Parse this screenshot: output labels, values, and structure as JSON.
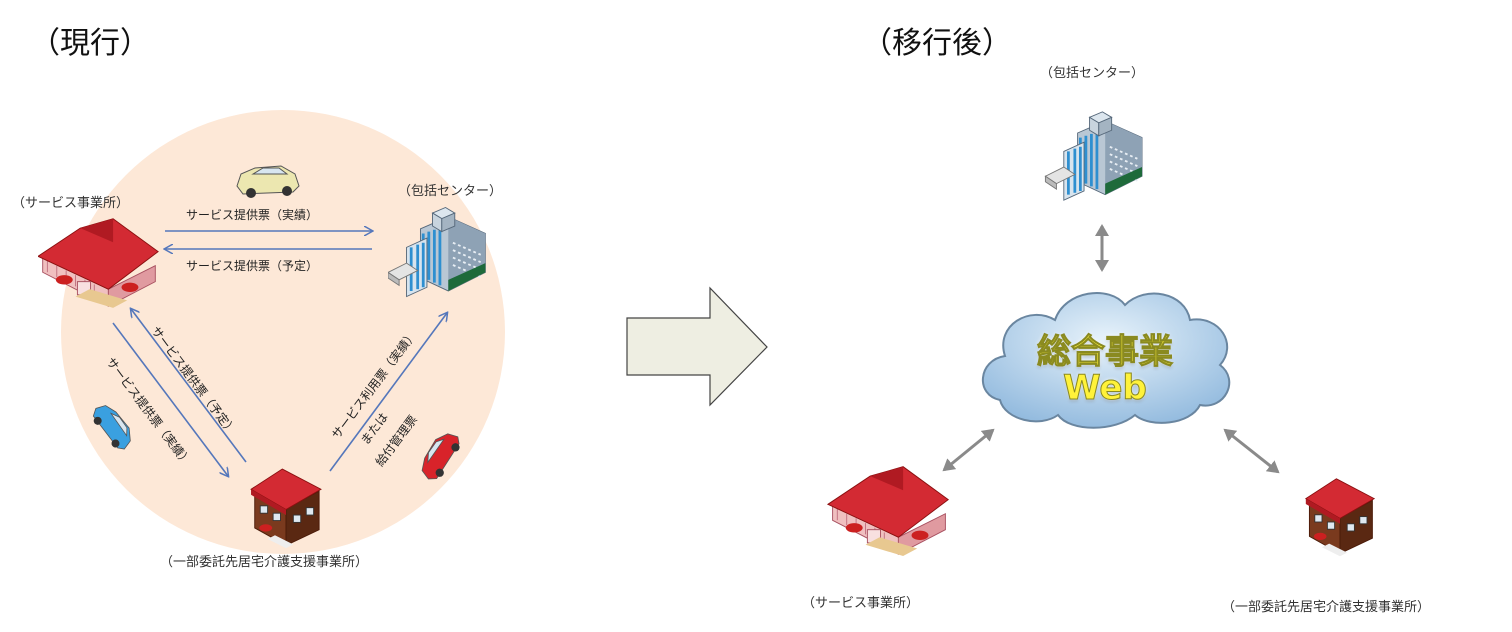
{
  "current": {
    "heading": "（現行）",
    "service_office": "（サービス事業所）",
    "center": "（包括センター）",
    "care_office": "（一部委託先居宅介護支援事業所）",
    "arrow_top_right": "サービス提供票（実績）",
    "arrow_top_left": "サービス提供票（予定）",
    "arrow_left_up": "サービス提供票（予定）",
    "arrow_left_down": "サービス提供票（実績）",
    "arrow_right_line1": "サービス利用票（実績）",
    "arrow_right_line2": "または",
    "arrow_right_line3": "給付管理票"
  },
  "after": {
    "heading": "（移行後）",
    "center": "（包括センター）",
    "service_office": "（サービス事業所）",
    "care_office": "（一部委託先居宅介護支援事業所）",
    "cloud_line1": "総合事業",
    "cloud_line2": "Web"
  },
  "colors": {
    "circle": "#fde8d7",
    "flow_arrow": "#5577bb",
    "gray_arrow": "#8a8a8a",
    "big_arrow_fill": "#eeeee2",
    "roof": "#d32a33",
    "cloud": "#b7d3ec"
  },
  "icons": [
    "taxi-car-icon",
    "blue-car-icon",
    "red-car-icon",
    "house-icon",
    "office-building-icon",
    "small-house-icon",
    "cloud-icon",
    "transition-arrow-icon"
  ]
}
